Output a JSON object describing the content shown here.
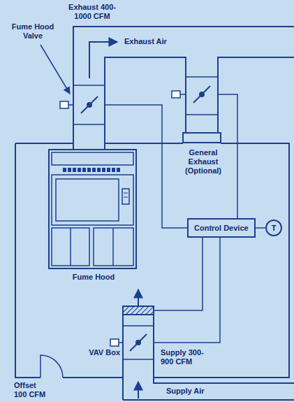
{
  "diagram": {
    "nodes": [
      {
        "text": [
          "Control Device"
        ]
      },
      {
        "text": [
          "T"
        ]
      }
    ],
    "edges": [
      {
        "from": 0,
        "to": 1,
        "arrow": "none"
      }
    ],
    "labels": [
      "Exhaust 400-1000 CFM",
      "Fume Hood Valve",
      "Exhaust Air",
      "General Exhaust (Optional)",
      "Fume Hood",
      "VAV Box",
      "Supply 300-900 CFM",
      "Offset 100 CFM",
      "Supply Air"
    ]
  }
}
